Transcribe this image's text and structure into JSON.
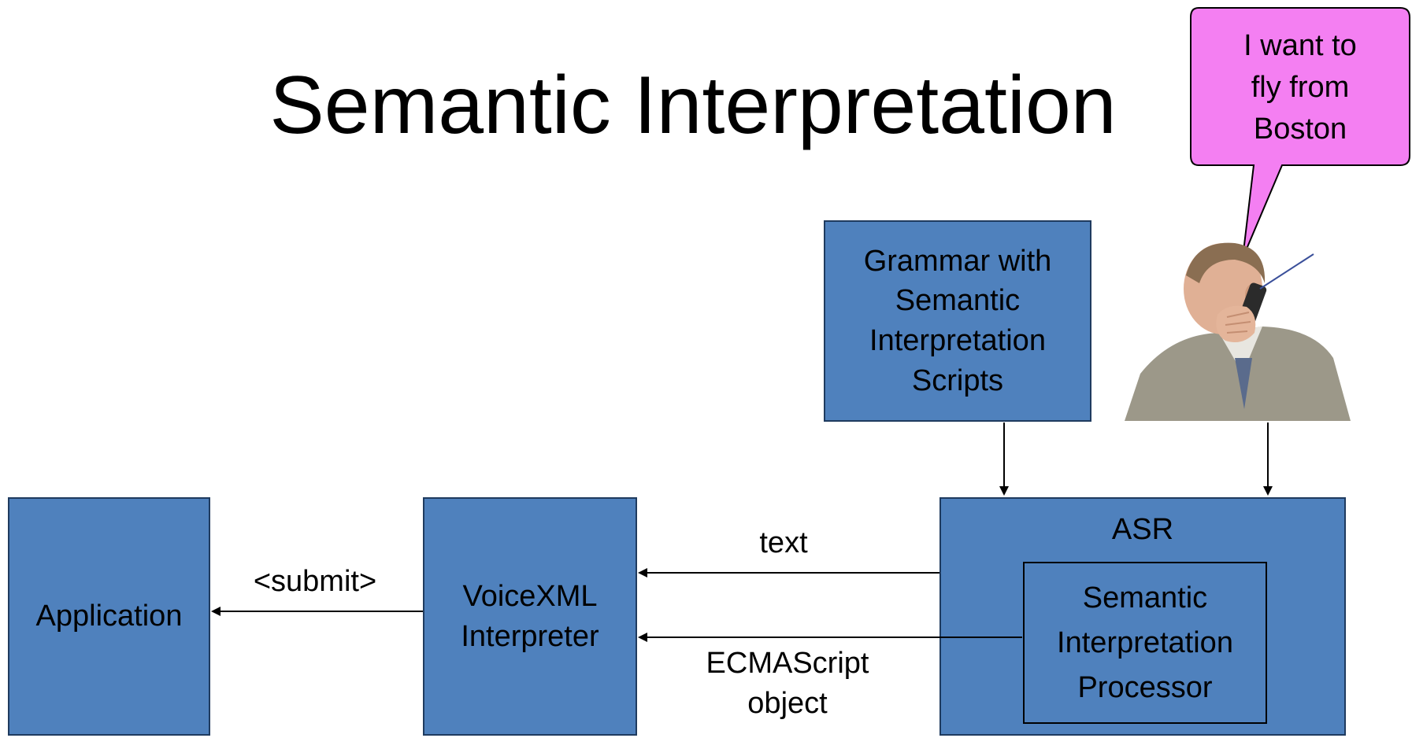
{
  "title": "Semantic Interpretation",
  "speech_bubble": "I want to\nfly from\nBoston",
  "boxes": {
    "grammar": "Grammar with\nSemantic\nInterpretation\nScripts",
    "asr": "ASR",
    "sip": "Semantic\nInterpretation\nProcessor",
    "voicexml": "VoiceXML\nInterpreter",
    "application": "Application"
  },
  "edge_labels": {
    "text": "text",
    "ecmascript": "ECMAScript\nobject",
    "submit": "<submit>"
  },
  "colors": {
    "box_fill": "#4f81bd",
    "box_border": "#1f3b5f",
    "bubble_fill": "#f47ff2"
  },
  "icons": {
    "person": "man-on-phone-photo"
  }
}
